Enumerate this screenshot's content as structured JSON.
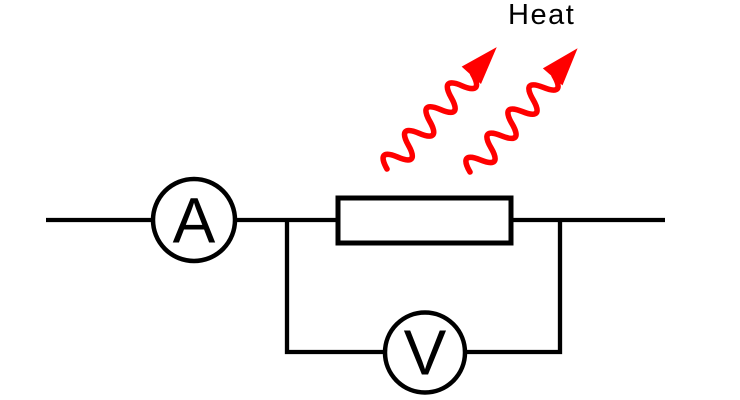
{
  "diagram": {
    "type": "circuit-diagram",
    "background": "#ffffff",
    "colors": {
      "wire": "#000000",
      "text": "#000000",
      "component_fill": "#ffffff",
      "heat": "#ff0000"
    },
    "labels": {
      "ammeter": "A",
      "voltmeter": "V",
      "heat": "Heat"
    },
    "components": [
      {
        "name": "ammeter",
        "symbol": "A",
        "connection": "series in main wire"
      },
      {
        "name": "resistor",
        "symbol": "rectangle",
        "connection": "series in main wire"
      },
      {
        "name": "voltmeter",
        "symbol": "V",
        "connection": "parallel across resistor"
      },
      {
        "name": "heat-radiation",
        "symbol": "two red wavy arrows",
        "label": "Heat",
        "direction": "up-right from resistor"
      }
    ]
  }
}
